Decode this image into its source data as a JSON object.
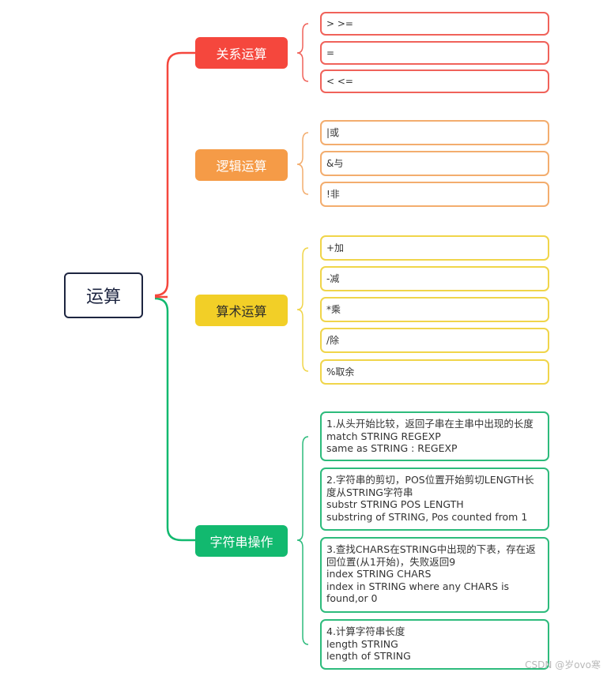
{
  "root": {
    "label": "运算"
  },
  "branches": [
    {
      "label": "关系运算",
      "items": [
        "> >=",
        "=",
        "< <="
      ]
    },
    {
      "label": "逻辑运算",
      "items": [
        "|或",
        "&与",
        "!非"
      ]
    },
    {
      "label": "算术运算",
      "items": [
        "+加",
        "-减",
        "*乘",
        "/除",
        "%取余"
      ]
    },
    {
      "label": "字符串操作",
      "items": [
        {
          "lines": [
            "1.从头开始比较，返回子串在主串中出现的长度",
            "match STRING REGEXP",
            "same as STRING : REGEXP"
          ]
        },
        {
          "lines": [
            "2.字符串的剪切，POS位置开始剪切LENGTH长",
            "度从STRING字符串",
            "substr STRING POS LENGTH",
            "substring of STRING, Pos counted from 1"
          ]
        },
        {
          "lines": [
            "3.查找CHARS在STRING中出现的下表，存在返",
            "回位置(从1开始)，失败返回9",
            "index STRING CHARS",
            "index in STRING where any CHARS is",
            "found,or 0"
          ]
        },
        {
          "lines": [
            "4.计算字符串长度",
            "length STRING",
            "length of STRING"
          ]
        }
      ]
    }
  ],
  "colors": {
    "relation": "#f5473d",
    "logic": "#f59b47",
    "arith": "#f2cf27",
    "string": "#12b96f",
    "root_border": "#1d2540"
  },
  "watermark": "CSDN @岁ovo寒"
}
